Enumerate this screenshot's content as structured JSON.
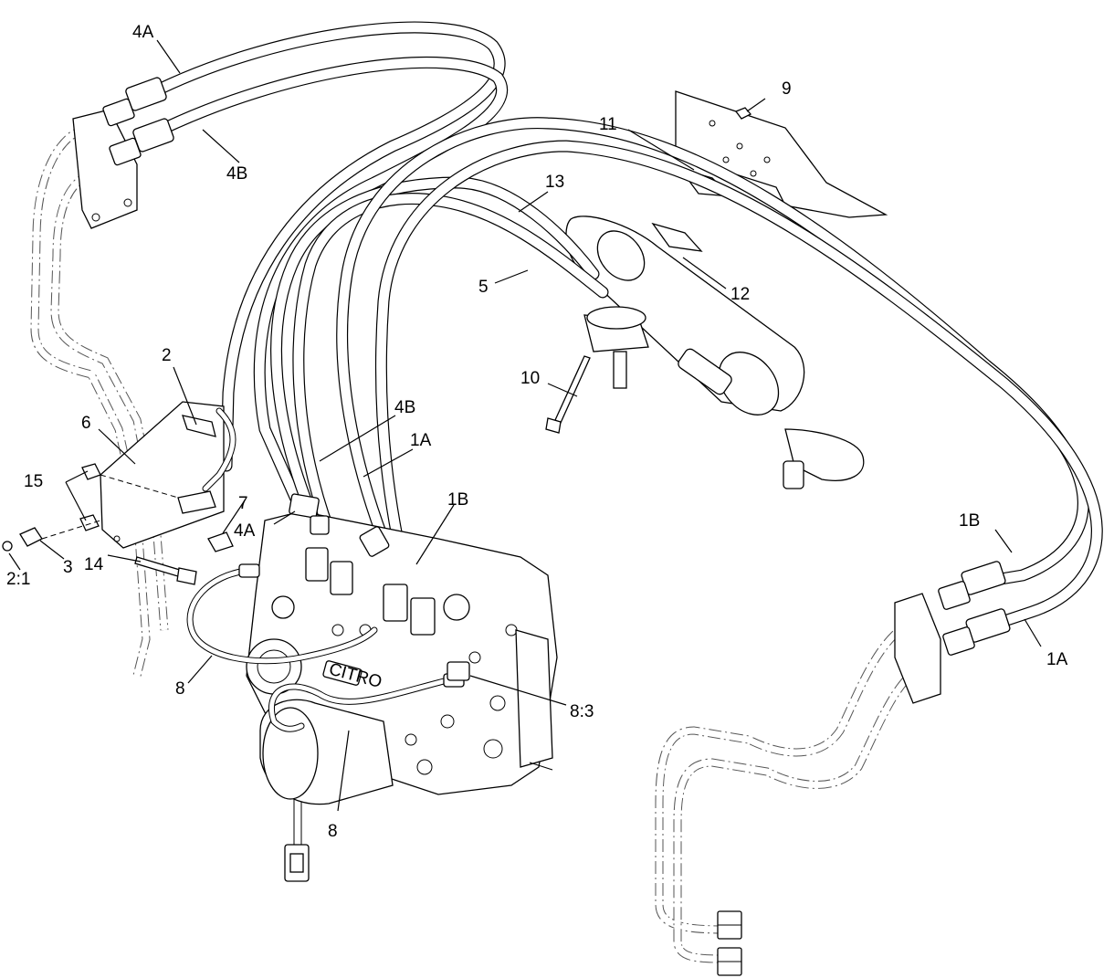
{
  "callouts": {
    "c4A_top": "4A",
    "c4B_top": "4B",
    "c9": "9",
    "c11": "11",
    "c13": "13",
    "c5": "5",
    "c12": "12",
    "c2": "2",
    "c10": "10",
    "c6": "6",
    "c4B_mid": "4B",
    "c1A_mid": "1A",
    "c15": "15",
    "c1B_mid": "1B",
    "c7": "7",
    "c4A_mid": "4A",
    "c3": "3",
    "c2_1": "2:1",
    "c14": "14",
    "c1B_right": "1B",
    "c1A_right": "1A",
    "c8_left": "8",
    "c8_3": "8:3",
    "c8_bottom": "8"
  },
  "pump_label": "CITRO",
  "colors": {
    "line": "#000000",
    "phantom": "#555555",
    "background": "#ffffff"
  }
}
